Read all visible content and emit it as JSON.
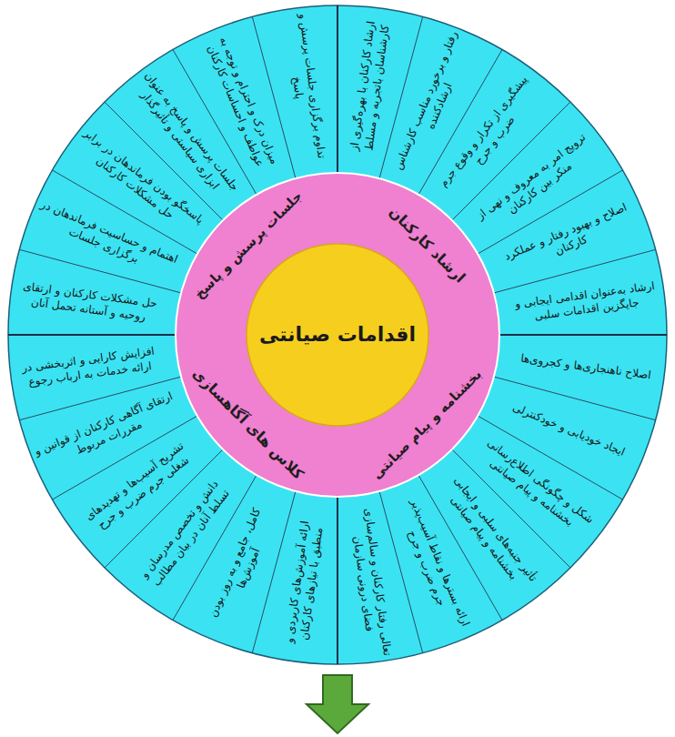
{
  "diagram": {
    "nodes": [
      {
        "text": [
          "اقدامات صیانتی"
        ]
      },
      {
        "text": [
          "ارشاد کارکنان"
        ]
      },
      {
        "text": [
          "ارشاد کارکنان با بهره‌گیری از کارشناسان باتجربه و مسلط"
        ]
      },
      {
        "text": [
          "رفتار و برخورد مناسب کارشناس ارشادکننده"
        ]
      },
      {
        "text": [
          "پیشگیری از تکرار و وقوع جرم ضرب و جرح"
        ]
      },
      {
        "text": [
          "ترویج امر به معروف و نهی از منکر بین کارکنان"
        ]
      },
      {
        "text": [
          "اصلاح و بهبود رفتار و عملکرد کارکنان"
        ]
      },
      {
        "text": [
          "ارشاد به‌عنوان اقدامی ایجابی و جایگزین اقدامات سلبی"
        ]
      },
      {
        "text": [
          "بخشنامه و پیام صیانتی"
        ]
      },
      {
        "text": [
          "اصلاح ناهنجاری‌ها و کجروی‌ها"
        ]
      },
      {
        "text": [
          "ایجاد خودیابی و خودکنترلی"
        ]
      },
      {
        "text": [
          "شکل و چگونگی اطلاع‌رسانی بخشنامه و پیام صیانتی"
        ]
      },
      {
        "text": [
          "تأثیر جنبه‌های سلبی و ایجابی بخشنامه و پیام صیانتی"
        ]
      },
      {
        "text": [
          "ارائه بسترها و نقاط آسیب‌پذیر جرم ضرب و جرح"
        ]
      },
      {
        "text": [
          "تعالی رفتار کارکنان و سالم‌سازی فضای درونی سازمان"
        ]
      },
      {
        "text": [
          "کلاس های آگاهسازی"
        ]
      },
      {
        "text": [
          "ارائه آموزش‌های کاربردی و منطبق با نیازهای کارکنان"
        ]
      },
      {
        "text": [
          "کامل، جامع و به روز بودن آموزش‌ها"
        ]
      },
      {
        "text": [
          "دانش و تخصص مدرسان و تسلط آنان در بیان مطالب"
        ]
      },
      {
        "text": [
          "تشریح آسیب‌ها و تهدیدهای شغلی جرم ضرب و جرح"
        ]
      },
      {
        "text": [
          "ارتقای آگاهی کارکنان از قوانین و مقررات مربوط"
        ]
      },
      {
        "text": [
          "افزایش کارایی و اثربخشی در ارائه خدمات به ارباب رجوع"
        ]
      },
      {
        "text": [
          "جلسات پرسش و پاسخ"
        ]
      },
      {
        "text": [
          "حل مشکلات کارکنان و ارتقای روحیه و آستانه تحمل آنان"
        ]
      },
      {
        "text": [
          "اهتمام و حساسیت فرماندهان در برگزاری جلسات"
        ]
      },
      {
        "text": [
          "پاسخگو بودن فرماندهان در برابر حل مشکلات کارکنان"
        ]
      },
      {
        "text": [
          "جلسات پرسش و پاسخ به عنوان ابزاری سیاستی و تأثیرگذار"
        ]
      },
      {
        "text": [
          "میزان درک و احترام و توجه به عواطف و احساسات کارکنان"
        ]
      },
      {
        "text": [
          "تداوم برگزاری جلسات پرسش و پاسخ"
        ]
      }
    ]
  }
}
